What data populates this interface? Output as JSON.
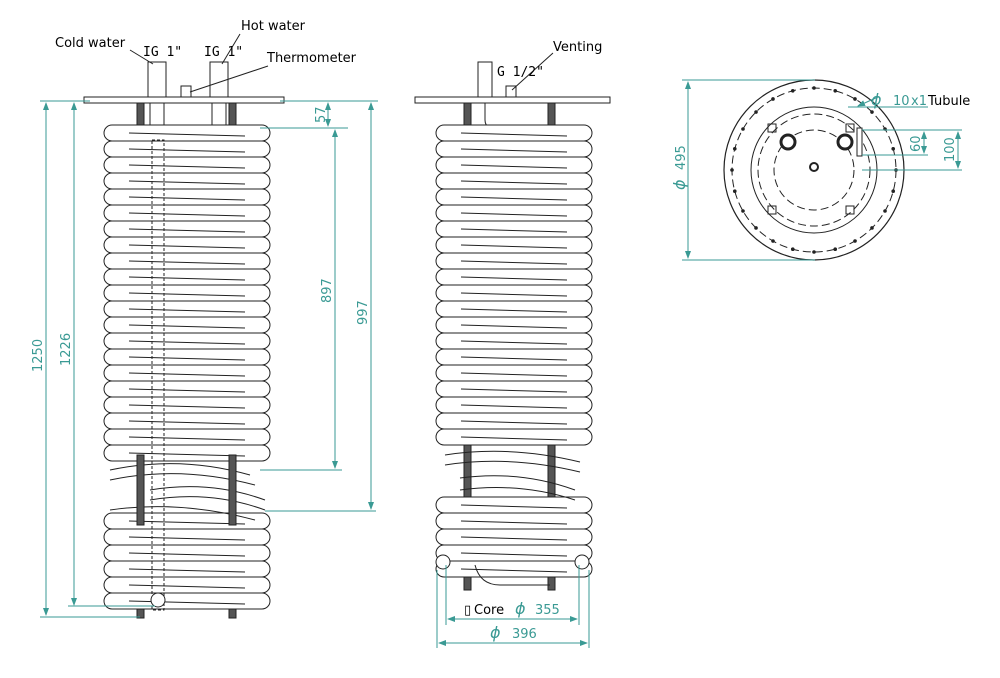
{
  "labels": {
    "cold_water": "Cold water",
    "hot_water": "Hot water",
    "thermometer": "Thermometer",
    "venting": "Venting",
    "tubule": "Tubule",
    "ig1_left": "IG 1\"",
    "ig1_right": "IG 1\"",
    "g_half": "G 1/2\"",
    "core": "Core"
  },
  "dimensions": {
    "d1250": "1250",
    "d1226": "1226",
    "d57": "57",
    "d897": "897",
    "d997": "997",
    "core_dia": "355",
    "outer_dia": "396",
    "flange_dia": "495",
    "tubule_dia": "10",
    "tubule_count": "x1",
    "d60": "60",
    "d100": "100",
    "phi": "ϕ",
    "core_glyph": "▯"
  },
  "colors": {
    "dimension": "#3a9a94",
    "drawing": "#222222"
  }
}
